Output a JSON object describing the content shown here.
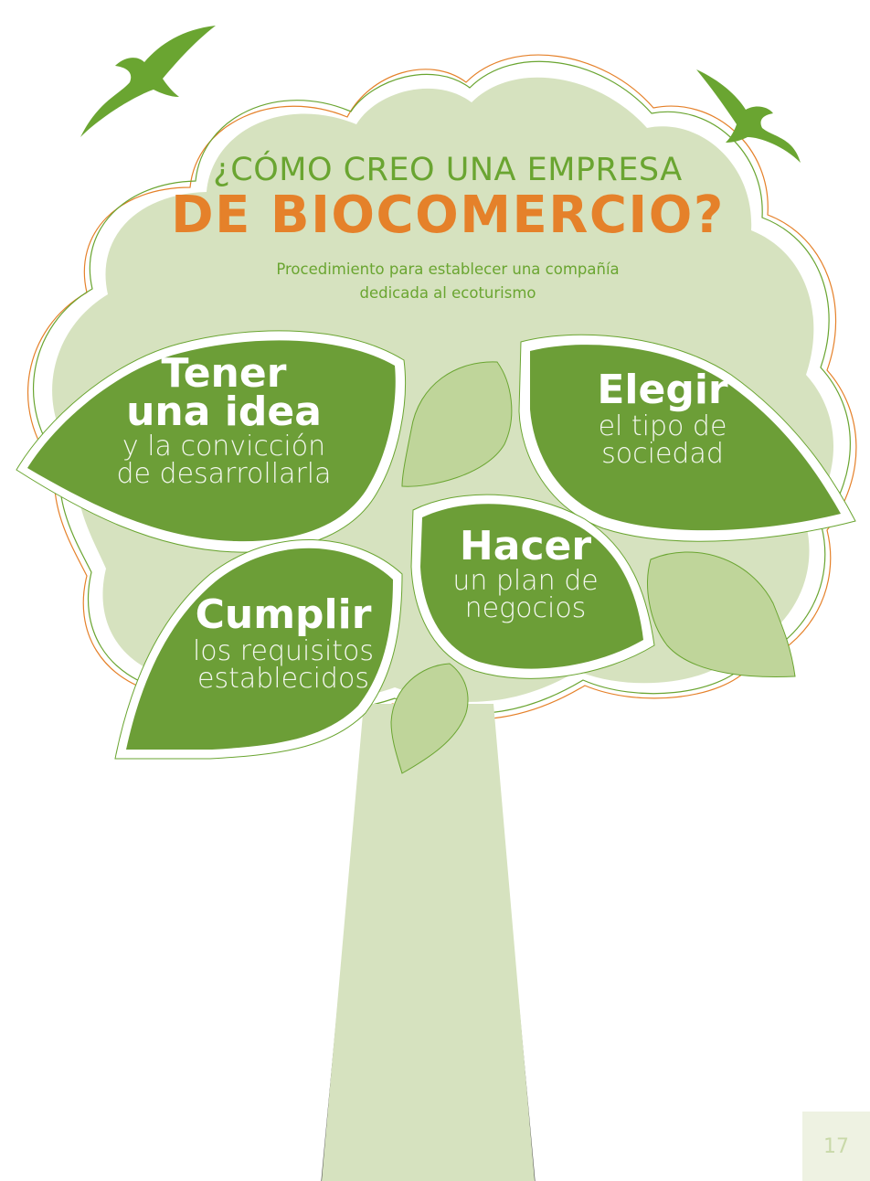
{
  "header": {
    "title_line1": "¿CÓMO CREO UNA EMPRESA",
    "title_line2": "DE BIOCOMERCIO?",
    "subtitle_line1": "Procedimiento para establecer una compañía",
    "subtitle_line2": "dedicada al ecoturismo"
  },
  "steps": [
    {
      "title_line1": "Tener",
      "title_line2": "una idea",
      "desc_line1": "y la convicción",
      "desc_line2": "de desarrollarla"
    },
    {
      "title_line1": "Elegir",
      "desc_line1": "el tipo de",
      "desc_line2": "sociedad"
    },
    {
      "title_line1": "Hacer",
      "desc_line1": "un plan de",
      "desc_line2": "negocios"
    },
    {
      "title_line1": "Cumplir",
      "desc_line1": "los requisitos",
      "desc_line2": "establecidos"
    }
  ],
  "page_number": "17",
  "colors": {
    "leaf": "#6c9e37",
    "canopy": "#d6e2bf",
    "orange": "#e5812a",
    "light_leaf": "#bfd59a"
  }
}
